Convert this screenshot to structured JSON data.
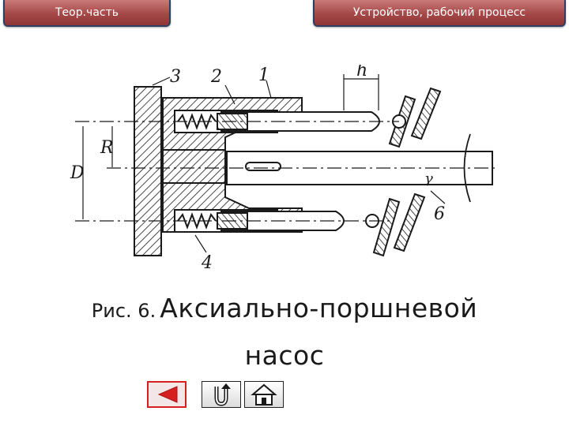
{
  "tabs": {
    "theory": "Теор.часть",
    "device": "Устройство, рабочий процесс"
  },
  "figure": {
    "labels": {
      "n3": "3",
      "n2": "2",
      "n1": "1",
      "h": "h",
      "R": "R",
      "D": "D",
      "n6": "6",
      "n4": "4",
      "gamma": "γ"
    }
  },
  "caption": {
    "label": "Рис. 6.",
    "title_line1": "Аксиально-поршневой",
    "title_line2": "насос"
  },
  "nav": {
    "back_icon": "back-triangle-icon",
    "return_icon": "u-turn-icon",
    "home_icon": "house-icon"
  },
  "colors": {
    "tab_fill": "#a54848",
    "tab_border": "#2f3f63",
    "back_accent": "#d62020",
    "drawing_ink": "#1a1a1a"
  }
}
